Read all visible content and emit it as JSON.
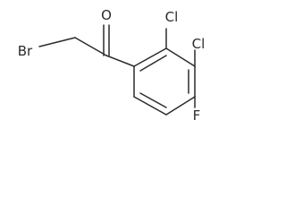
{
  "molecule": {
    "atoms": {
      "oxygen": "O",
      "bromine": "Br",
      "chlorine_2": "Cl",
      "chlorine_3": "Cl",
      "fluorine": "F"
    }
  },
  "colors": {
    "ink": "#2b2b2b",
    "background": "#ffffff"
  }
}
